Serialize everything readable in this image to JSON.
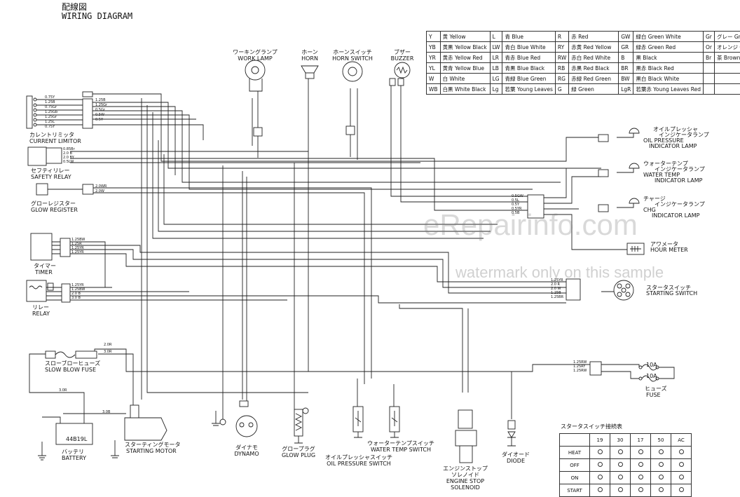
{
  "header": {
    "title_jp": "配線図",
    "title_en": "WIRING DIAGRAM"
  },
  "color_code": {
    "rows": [
      [
        [
          "Y",
          "黄 Yellow"
        ],
        [
          "L",
          "青 Blue"
        ],
        [
          "R",
          "赤 Red"
        ],
        [
          "GW",
          "緑白 Green White"
        ],
        [
          "Gr",
          "グレー Gray"
        ]
      ],
      [
        [
          "YB",
          "黄黒 Yellow Black"
        ],
        [
          "LW",
          "青白 Blue White"
        ],
        [
          "RY",
          "赤黄 Red Yellow"
        ],
        [
          "GR",
          "緑赤 Green Red"
        ],
        [
          "Or",
          "オレンジ Orange"
        ]
      ],
      [
        [
          "YR",
          "黄赤 Yellow Red"
        ],
        [
          "LR",
          "青赤 Blue Red"
        ],
        [
          "RW",
          "赤白 Red White"
        ],
        [
          "B",
          "黒 Black"
        ],
        [
          "Br",
          "茶 Brown"
        ]
      ],
      [
        [
          "YL",
          "黄青 Yellow Blue"
        ],
        [
          "LB",
          "青黒 Blue Black"
        ],
        [
          "RB",
          "赤黒 Red Black"
        ],
        [
          "BR",
          "黒赤 Black Red"
        ],
        [
          "",
          ""
        ]
      ],
      [
        [
          "W",
          "白 White"
        ],
        [
          "LG",
          "青緑 Blue Green"
        ],
        [
          "RG",
          "赤緑 Red Green"
        ],
        [
          "BW",
          "黒白 Black White"
        ],
        [
          "",
          ""
        ]
      ],
      [
        [
          "WB",
          "白黒 White Black"
        ],
        [
          "Lg",
          "若葉 Young Leaves"
        ],
        [
          "G",
          "緑 Green"
        ],
        [
          "LgR",
          "若葉赤 Young Leaves Red"
        ],
        [
          "",
          ""
        ]
      ]
    ]
  },
  "components": {
    "current_limiter": {
      "jp": "カレントリミッタ",
      "en": "CURRENT LIMITOR"
    },
    "safety_relay": {
      "jp": "セフティリレー",
      "en": "SAFETY RELAY"
    },
    "glow_register": {
      "jp": "グローレジスター",
      "en": "GLOW REGISTER"
    },
    "timer": {
      "jp": "タイマー",
      "en": "TIMER"
    },
    "relay": {
      "jp": "リレー",
      "en": "RELAY"
    },
    "slow_blow_fuse": {
      "jp": "スローブローヒューズ",
      "en": "SLOW BLOW FUSE"
    },
    "battery": {
      "jp": "バッテリ",
      "en": "BATTERY",
      "model": "44B19L"
    },
    "starting_motor": {
      "jp": "スターティングモータ",
      "en": "STARTING MOTOR"
    },
    "work_lamp": {
      "jp": "ワーキングランプ",
      "en": "WORK LAMP"
    },
    "horn": {
      "jp": "ホーン",
      "en": "HORN"
    },
    "horn_switch": {
      "jp": "ホーンスイッチ",
      "en": "HORN SWITCH"
    },
    "buzzer": {
      "jp": "ブザー",
      "en": "BUZZER"
    },
    "oil_lamp": {
      "jp1": "オイルプレッシャ",
      "jp2": "インジケータランプ",
      "en1": "OIL PRESSURE",
      "en2": "INDICATOR LAMP"
    },
    "water_lamp": {
      "jp1": "ウォーターテンプ",
      "jp2": "インジケータランプ",
      "en1": "WATER TEMP",
      "en2": "INDICATOR LAMP"
    },
    "chg_lamp": {
      "jp1": "チャージ",
      "jp2": "インジケータランプ",
      "en1": "CHG",
      "en2": "INDICATOR LAMP"
    },
    "hour_meter": {
      "jp": "アワメータ",
      "en": "HOUR METER"
    },
    "starting_switch": {
      "jp": "スタータスイッチ",
      "en": "STARTING SWITCH"
    },
    "fuse": {
      "jp": "ヒューズ",
      "en": "FUSE",
      "rating1": "10A",
      "rating2": "10A"
    },
    "dynamo": {
      "jp": "ダイナモ",
      "en": "DYNAMO"
    },
    "glow_plug": {
      "jp": "グロープラグ",
      "en": "GLOW PLUG"
    },
    "oil_switch": {
      "jp": "オイルプレッシャスイッチ",
      "en": "OIL PRESSURE SWITCH"
    },
    "water_switch": {
      "jp": "ウォーターテンプスイッチ",
      "en": "WATER TEMP SWITCH"
    },
    "engine_stop": {
      "jp1": "エンジンストップ",
      "jp2": "ソレノイド",
      "en1": "ENGINE STOP",
      "en2": "SOLENOID"
    },
    "diode": {
      "jp": "ダイオード",
      "en": "DIODE"
    }
  },
  "switch_table": {
    "title": "スタータスイッチ接続表",
    "columns": [
      "19",
      "30",
      "17",
      "50",
      "AC"
    ],
    "rows": [
      "HEAT",
      "OFF",
      "ON",
      "START"
    ]
  },
  "wire_labels": {
    "limiter": [
      "0.75Y",
      "1.25B",
      "0.75Gr",
      "1.25Gb",
      "1.25Gr",
      "1.25L",
      "0.75Y"
    ],
    "limiter_out": [
      "1.25B",
      "1.25Gr",
      "0.5Gr",
      "0.5W",
      "0.5Y"
    ],
    "safety": [
      "0.85Br",
      "2.0 B",
      "2.0 BY",
      "0.5LW"
    ],
    "glow": [
      "2.0WR",
      "2.0W"
    ],
    "timer": [
      "1.25BW",
      "1.25R",
      "1.25YR",
      "1.25YR"
    ],
    "relay": [
      "1.25YR",
      "1.25BW",
      "2.0 B",
      "3.0 B"
    ],
    "fuse": [
      "2.0R",
      "3.0R"
    ],
    "battery": [
      "3.0R",
      "3.0B"
    ],
    "right_connector": [
      "0.5GW",
      "0.5L",
      "0.5Y",
      "0.5YR",
      "0.5B"
    ],
    "starter": [
      "1.25YR",
      "2.0 R",
      "2.0 W",
      "1.25B",
      "1.25BR"
    ],
    "fuse_box": [
      "1.25RW",
      "1.25RY",
      "1.25RW"
    ]
  },
  "watermark": {
    "line1": "eRepairinfo.com",
    "line2": "watermark only on this sample"
  }
}
